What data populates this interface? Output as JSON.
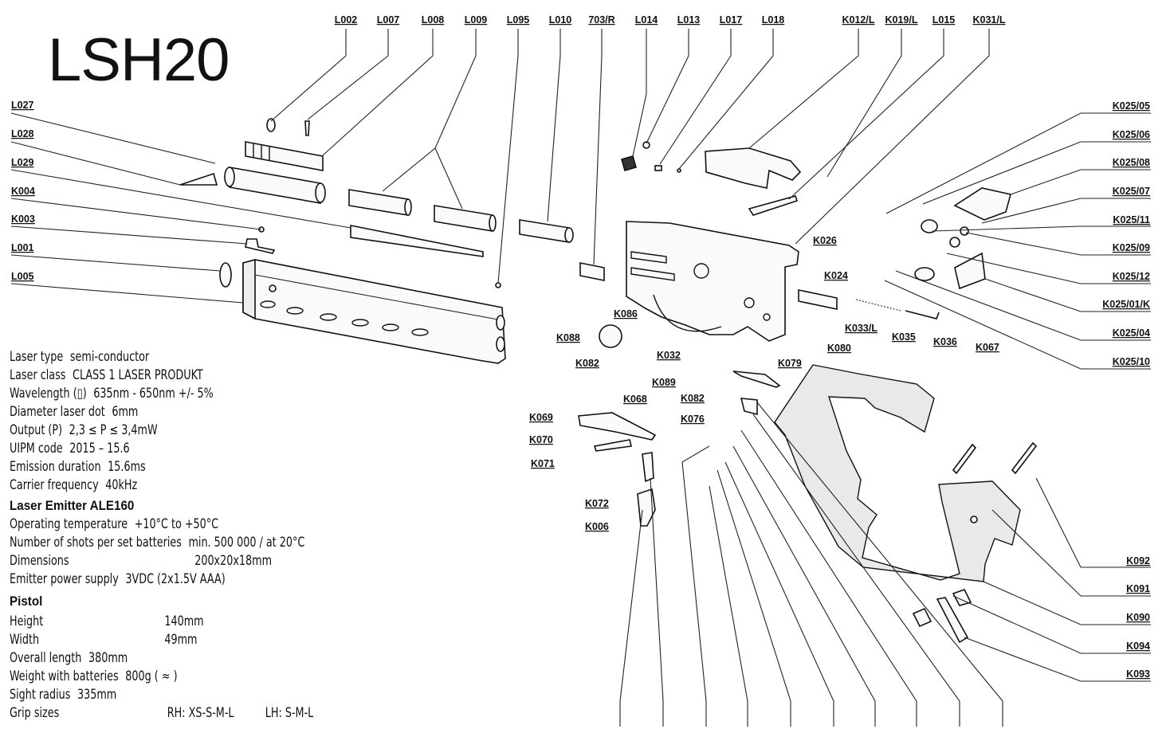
{
  "title": "LSH20",
  "top_labels": [
    "L002",
    "L007",
    "L008",
    "L009",
    "L095",
    "L010",
    "703/R",
    "L014",
    "L013",
    "L017",
    "L018",
    "K012/L",
    "K019/L",
    "L015",
    "K031/L"
  ],
  "left_labels": [
    "L027",
    "L028",
    "L029",
    "K004",
    "K003",
    "L001",
    "L005"
  ],
  "right_labels": [
    "K025/05",
    "K025/06",
    "K025/08",
    "K025/07",
    "K025/11",
    "K025/09",
    "K025/12",
    "K025/01/K",
    "K025/04",
    "K025/10",
    "K092",
    "K091",
    "K090",
    "K094",
    "K093"
  ],
  "center_labels": [
    "K026",
    "K024",
    "K086",
    "K088",
    "K032",
    "K082",
    "K089",
    "K068",
    "K069",
    "K070",
    "K071",
    "K072",
    "K006",
    "K079",
    "K082",
    "K076",
    "K033/L",
    "K035",
    "K036",
    "K067",
    "K080"
  ],
  "specs": {
    "laser": [
      {
        "key": "Laser type",
        "value": "semi-conductor"
      },
      {
        "key": "Laser class",
        "value": "CLASS 1 LASER PRODUKT"
      },
      {
        "key": "Wavelength (▯)",
        "value": "635nm - 650nm +/- 5%"
      },
      {
        "key": "Diameter laser dot",
        "value": "6mm"
      },
      {
        "key": "Output (P)",
        "value": "2,3 ≤ P ≤ 3,4mW"
      },
      {
        "key": "UIPM code",
        "value": "2015 – 15.6"
      },
      {
        "key": "Emission duration",
        "value": "15.6ms"
      },
      {
        "key": "Carrier frequency",
        "value": "40kHz"
      }
    ],
    "emitter_heading": "Laser Emitter ALE160",
    "emitter": [
      {
        "key": "Operating temperature",
        "value": "+10°C to +50°C"
      },
      {
        "key": "Number of shots per set batteries",
        "value": "min. 500 000 / at 20°C"
      },
      {
        "key": "Dimensions",
        "value": "200x20x18mm"
      },
      {
        "key": "Emitter power supply",
        "value": "3VDC (2x1.5V AAA)"
      }
    ],
    "pistol_heading": "Pistol",
    "pistol": [
      {
        "key": "Height",
        "value": "140mm"
      },
      {
        "key": "Width",
        "value": "49mm"
      },
      {
        "key": "Overall length",
        "value": "380mm"
      },
      {
        "key": "Weight with batteries",
        "value": "800g ( ≈ )"
      },
      {
        "key": "Sight radius",
        "value": "335mm"
      },
      {
        "key": "Grip sizes",
        "value": "RH: XS-S-M-L",
        "value2": "LH: S-M-L"
      }
    ]
  }
}
